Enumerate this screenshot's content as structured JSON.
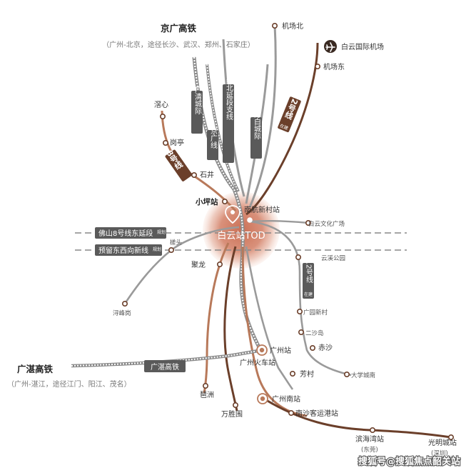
{
  "headers": {
    "jingguang_title": "京广高铁",
    "jingguang_sub": "（广州-北京，途径长沙、武汉、郑州、石家庄）",
    "guangzhan_title": "广湛高铁",
    "guangzhan_sub": "（广州-湛江，途径江门、阳江、茂名）"
  },
  "center": {
    "label": "白云站TOD"
  },
  "line_tags": {
    "guangqing": "广清城际",
    "line8_north": "8号线北延段支线",
    "jingguang_line": "京广线",
    "fangbai": "芳白城际",
    "line22": "22号线",
    "line22_note": "在建",
    "line8": "8号线",
    "foshan8": "佛山8号线东延段",
    "foshan8_note": "规划",
    "reserved_ew": "预留东西向新线",
    "reserved_ew_note": "规划",
    "line12": "12号线",
    "line12_note": "在建",
    "guangzhan_tag": "广湛高铁"
  },
  "stations": {
    "jichang_bei": "机场北",
    "airport": "白云国际机场",
    "jichang_dong": "机场东",
    "lixin": "滘心",
    "gangting": "岗亭",
    "shijing": "石井",
    "xiaoping": "小坪站",
    "nanhang": "南航新村站",
    "baiyun_wenhua": "白云文化广场",
    "cuotou": "槎头",
    "yunxi": "云溪公园",
    "julong": "聚龙",
    "xunfenggang": "浔峰岗",
    "guangyuan": "广园新村",
    "ershadao": "二沙岛",
    "chisha": "赤沙",
    "guangzhou_zhan": "广州站",
    "guangzhou_huoche": "广州火车站",
    "fangcun": "芳村",
    "daxuecheng": "大学城南",
    "jiaozhou": "琶洲",
    "wanshengwei": "万胜围",
    "guangzhou_nan": "广州南站",
    "nansha": "南沙客运港站",
    "binhaiwan": "滨海湾站",
    "binhaiwan_note": "(东莞)",
    "guangming": "光明城站",
    "guangming_note": "(深圳)"
  },
  "watermark": "搜狐号@搜狐焦点韶关站",
  "colors": {
    "brown": "#6b3f2a",
    "copper": "#b8795a",
    "tan": "#c8a27f",
    "grey_line": "#9a9a9a",
    "dark_tag": "#5a5a5a",
    "glow": "#d27d63"
  },
  "icons": [
    "airplane-icon",
    "location-pin-icon",
    "rail-station-icon"
  ]
}
